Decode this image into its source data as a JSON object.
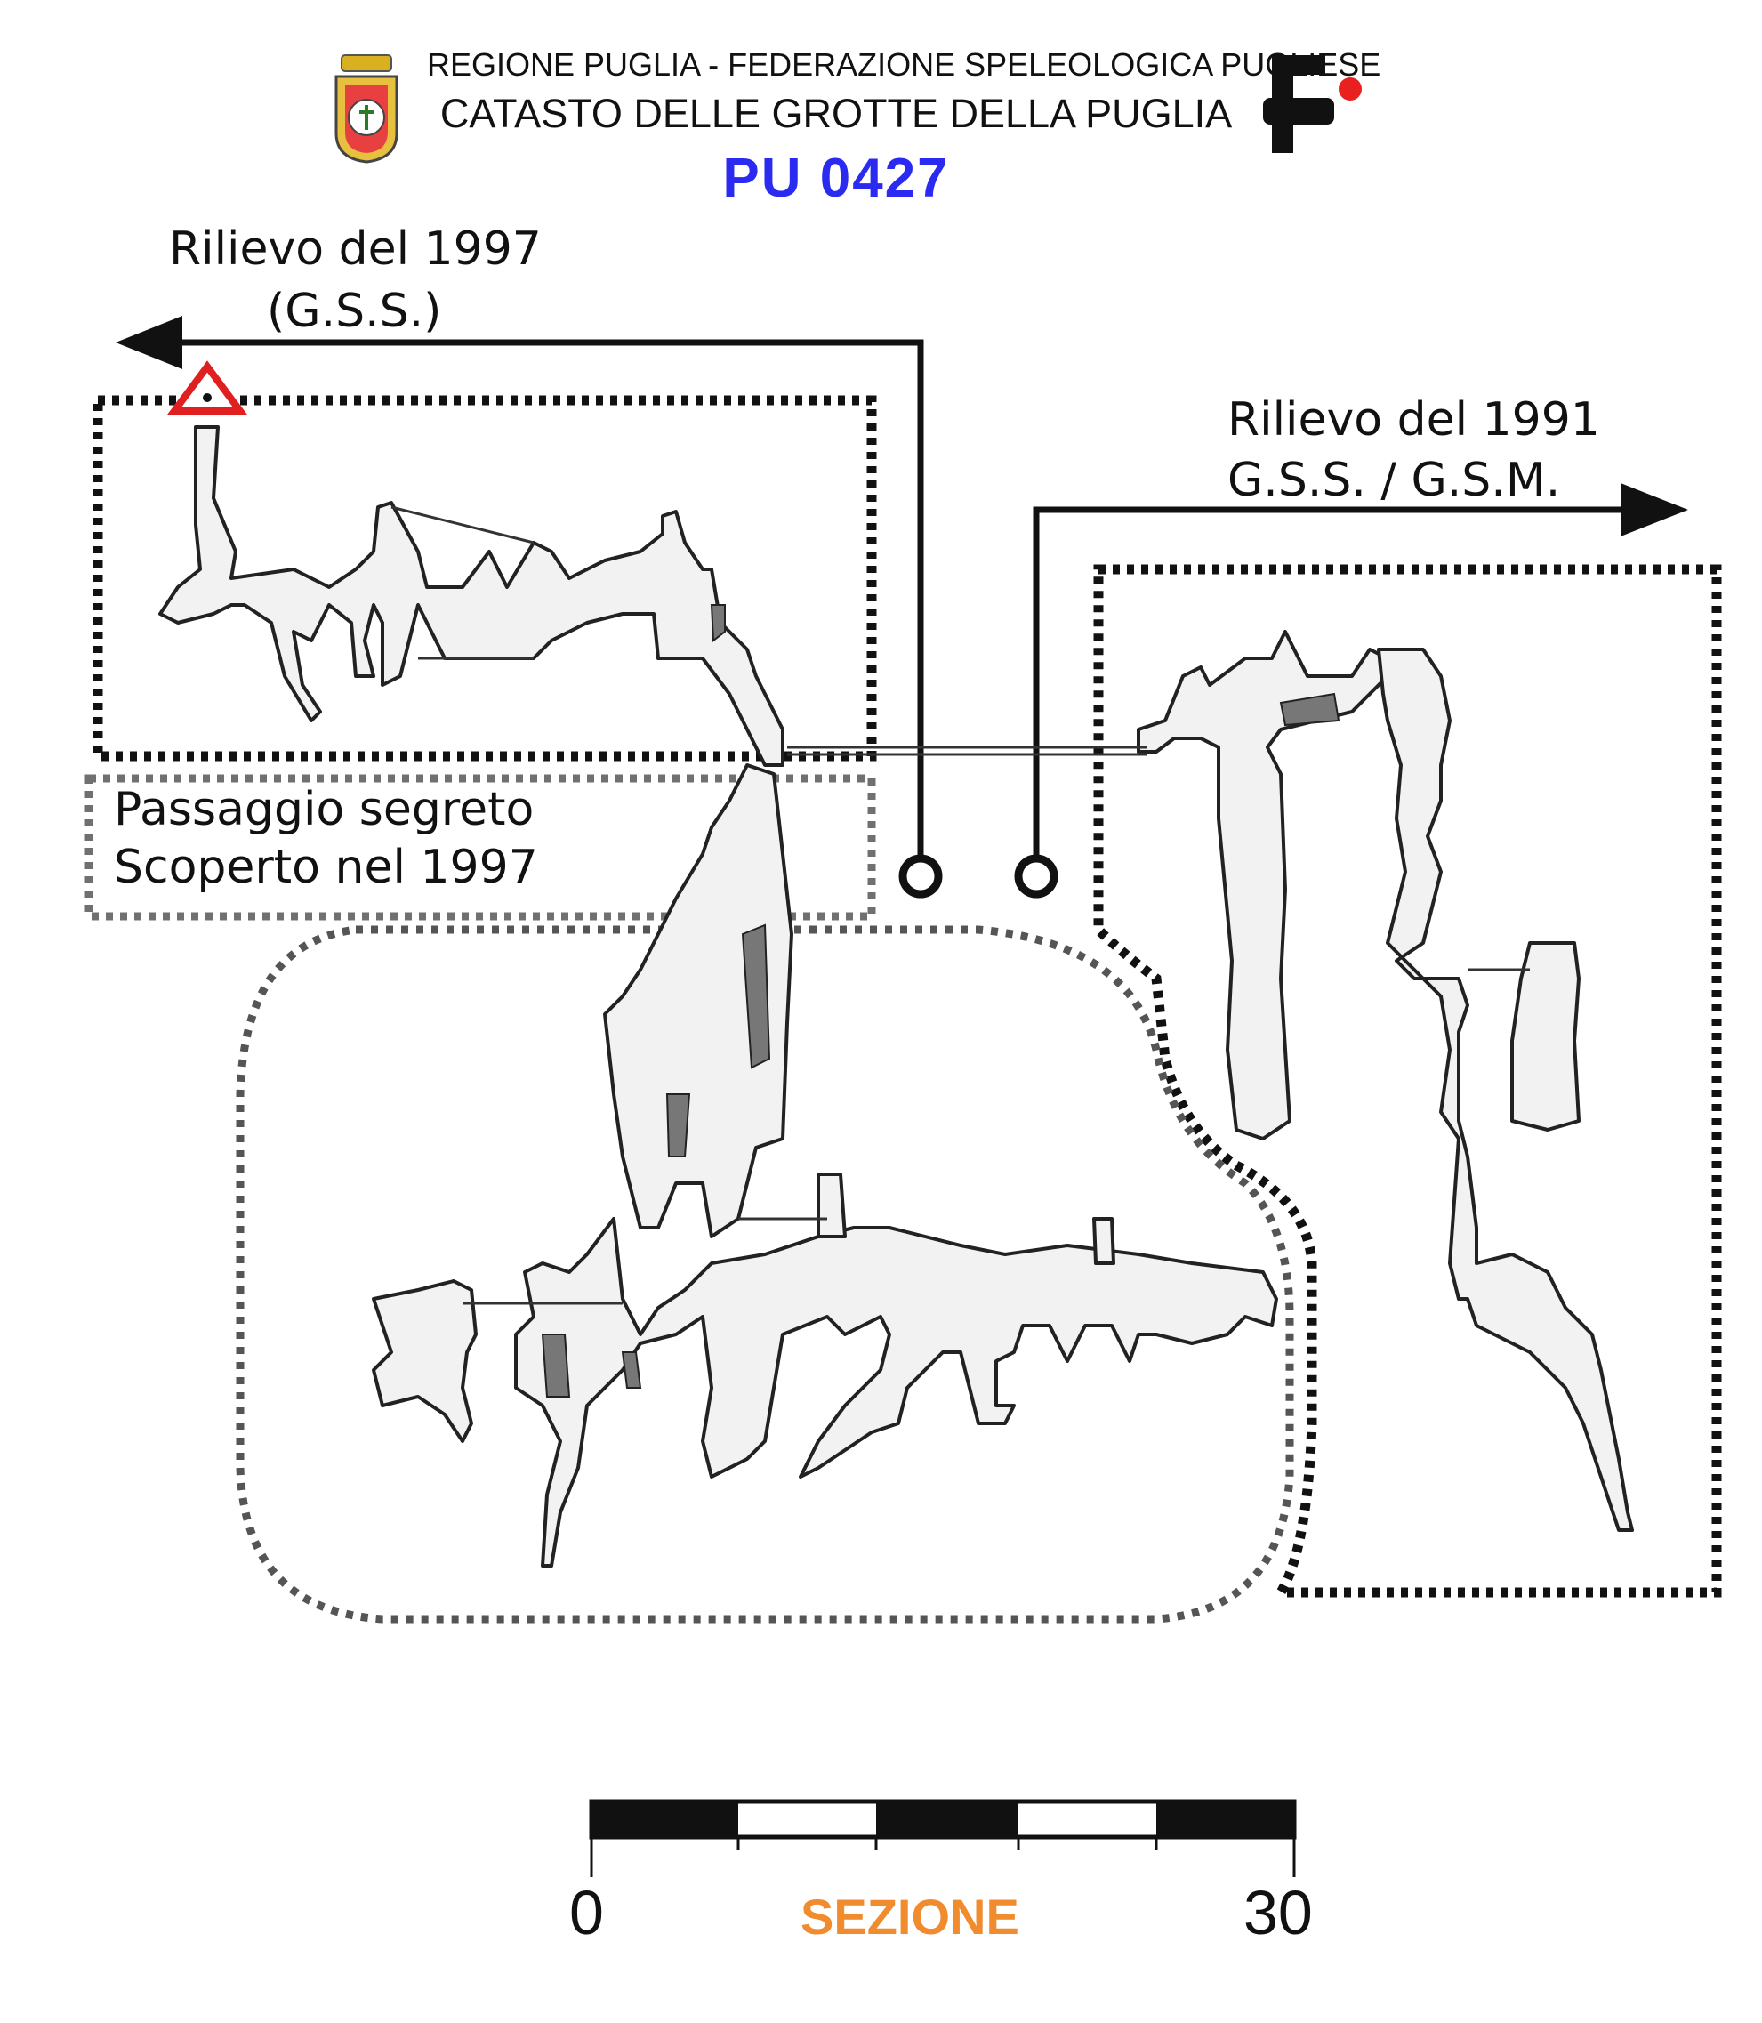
{
  "header": {
    "line1": "REGIONE PUGLIA - FEDERAZIONE SPELEOLOGICA PUGLIESE",
    "line2": "CATASTO DELLE GROTTE DELLA PUGLIA",
    "code": "PU 0427"
  },
  "survey_1997": {
    "title": "Rilievo del 1997",
    "group": "(G.S.S.)"
  },
  "survey_1991": {
    "title": "Rilievo del 1991",
    "group": "G.S.S. / G.S.M."
  },
  "secret_passage": {
    "line1": "Passaggio segreto",
    "line2": "Scoperto nel 1997"
  },
  "scale": {
    "min": "0",
    "max": "30",
    "label": "SEZIONE"
  },
  "icons": [
    "regione-puglia-coat-of-arms-icon",
    "fsp-logo-icon",
    "cave-entrance-triangle-icon"
  ],
  "colors": {
    "code": "#2a2af0",
    "sezione": "#f08c2e",
    "entrance": "#e02020",
    "dashed_dark": "#111111",
    "dashed_grey": "#707070"
  }
}
